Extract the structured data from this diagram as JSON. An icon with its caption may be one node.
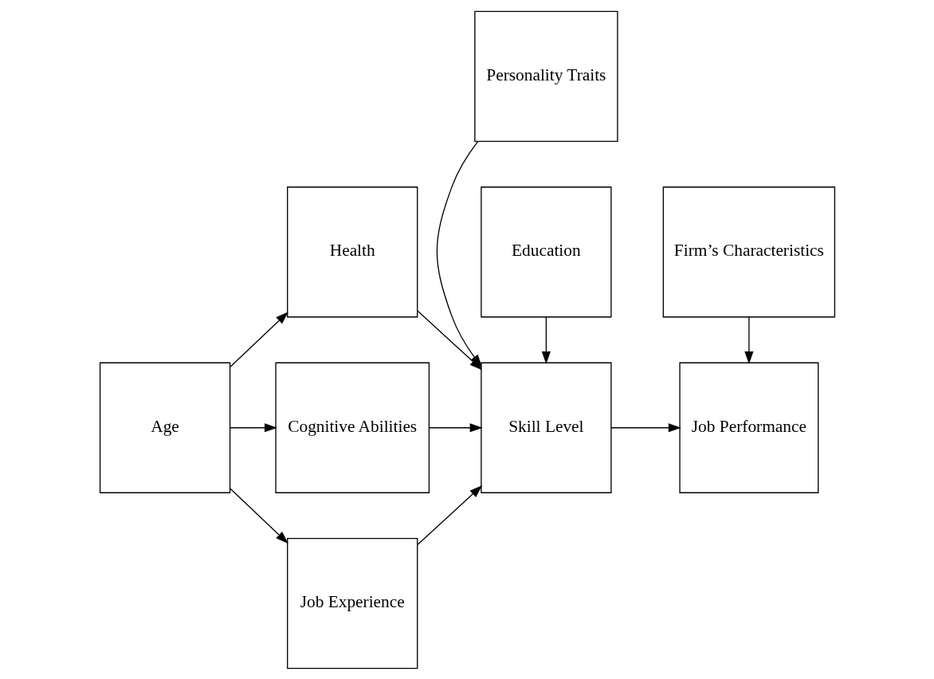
{
  "diagram": {
    "nodes": [
      {
        "text": [
          "Health"
        ]
      },
      {
        "text": [
          "Personality Traits"
        ]
      },
      {
        "text": [
          "Age"
        ]
      },
      {
        "text": [
          "Cognitive Abilities"
        ]
      },
      {
        "text": [
          "Skill Level"
        ]
      },
      {
        "text": [
          "Job Performance"
        ]
      },
      {
        "text": [
          "Job Experience"
        ]
      },
      {
        "text": [
          "Education"
        ]
      },
      {
        "text": [
          "Firm’s Characteristics"
        ]
      }
    ],
    "edges": [
      {
        "from": 2,
        "to": 0,
        "arrow": "to"
      },
      {
        "from": 2,
        "to": 3,
        "arrow": "to"
      },
      {
        "from": 2,
        "to": 6,
        "arrow": "to"
      },
      {
        "from": 0,
        "to": 4,
        "arrow": "to"
      },
      {
        "from": 1,
        "to": 4,
        "arrow": "to"
      },
      {
        "from": 3,
        "to": 4,
        "arrow": "to"
      },
      {
        "from": 6,
        "to": 4,
        "arrow": "to"
      },
      {
        "from": 7,
        "to": 4,
        "arrow": "to"
      },
      {
        "from": 4,
        "to": 5,
        "arrow": "to"
      },
      {
        "from": 8,
        "to": 5,
        "arrow": "to"
      }
    ]
  }
}
